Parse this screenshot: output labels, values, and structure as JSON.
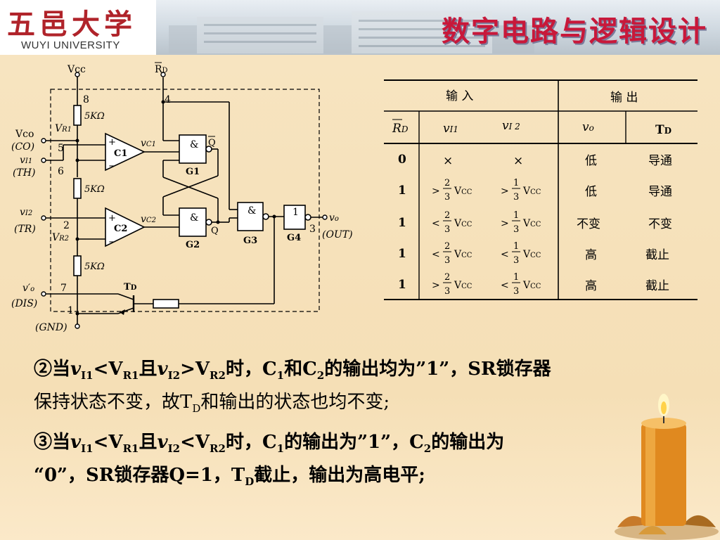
{
  "header": {
    "logo_cn": "五邑大学",
    "logo_en": "WUYI UNIVERSITY",
    "title": "数字电路与逻辑设计"
  },
  "circuit": {
    "vcc": "Vcc",
    "rd": "R",
    "rd_sub": "D",
    "pins": [
      "8",
      "4",
      "5",
      "6",
      "2",
      "3",
      "7",
      "1"
    ],
    "res": "5KΩ",
    "comparators": [
      "C1",
      "C2"
    ],
    "gates": [
      "G1",
      "G2",
      "G3",
      "G4"
    ],
    "gate_and": "&",
    "gate_one": "1",
    "q": "Q",
    "qbar": "Q",
    "vr1": "V",
    "vr1_sub": "R1",
    "vr2": "V",
    "vr2_sub": "R2",
    "vc1": "v",
    "vc1_sub": "C1",
    "vc2": "v",
    "vc2_sub": "C2",
    "vco": "Vco",
    "co": "(CO)",
    "vi1": "v",
    "vi1_sub": "I1",
    "th": "(TH)",
    "vi2": "v",
    "vi2_sub": "I2",
    "tr": "(TR)",
    "vo": "v",
    "vo_sub": "o",
    "out": "(OUT)",
    "vo_prime": "v′",
    "vo_prime_sub": "o",
    "dis": "(DIS)",
    "gnd": "(GND)",
    "td": "T",
    "td_sub": "D",
    "plus": "+",
    "minus": "−"
  },
  "table": {
    "group_input": "输    入",
    "group_output": "输  出",
    "headers": {
      "rd": "R",
      "rd_sub": "D",
      "vi1": "v",
      "vi1_sub": "I1",
      "vi2": "v",
      "vi2_sub": "I 2",
      "vo": "v",
      "vo_sub": "o",
      "td": "T",
      "td_sub": "D"
    },
    "frac_num_2": "2",
    "frac_num_1": "1",
    "frac_den": "3",
    "vcc": "V",
    "vcc_sub": "CC",
    "rows": [
      {
        "rd": "0",
        "vi1_sym": "×",
        "vi2_sym": "×",
        "vo": "低",
        "td": "导通"
      },
      {
        "rd": "1",
        "vi1_sym": ">",
        "vi2_sym": ">",
        "vo": "低",
        "td": "导通"
      },
      {
        "rd": "1",
        "vi1_sym": "<",
        "vi2_sym": ">",
        "vo": "不变",
        "td": "不变"
      },
      {
        "rd": "1",
        "vi1_sym": "<",
        "vi2_sym": "<",
        "vo": "高",
        "td": "截止"
      },
      {
        "rd": "1",
        "vi1_sym": ">",
        "vi2_sym": "<",
        "vo": "高",
        "td": "截止"
      }
    ]
  },
  "text": {
    "p2_a": "②当",
    "p2_b": "v",
    "p2_c": "I1",
    "p2_d": "<V",
    "p2_e": "R1",
    "p2_f": "且",
    "p2_g": "v",
    "p2_h": "I2",
    "p2_i": ">V",
    "p2_j": "R2",
    "p2_k": "时，C",
    "p2_l": "1",
    "p2_m": "和C",
    "p2_n": "2",
    "p2_o": "的输出均为”1”，SR锁存器",
    "p2_line2_a": "保持状态不变，故T",
    "p2_line2_b": "D",
    "p2_line2_c": "和输出的状态也均不变;",
    "p3_a": "③当",
    "p3_b": "v",
    "p3_c": "I1",
    "p3_d": "<V",
    "p3_e": "R1",
    "p3_f": "且",
    "p3_g": "v",
    "p3_h": "I2",
    "p3_i": "<V",
    "p3_j": "R2",
    "p3_k": "时，C",
    "p3_l": "1",
    "p3_m": "的输出为”1”，C",
    "p3_n": "2",
    "p3_o": "的输出为",
    "p3_line2_a": "“0”，SR锁存器Q=1，T",
    "p3_line2_b": "D",
    "p3_line2_c": "截止，输出为高电平;"
  },
  "colors": {
    "background": "#f7e3bd",
    "title": "#c8183a",
    "logo": "#b0232a"
  }
}
